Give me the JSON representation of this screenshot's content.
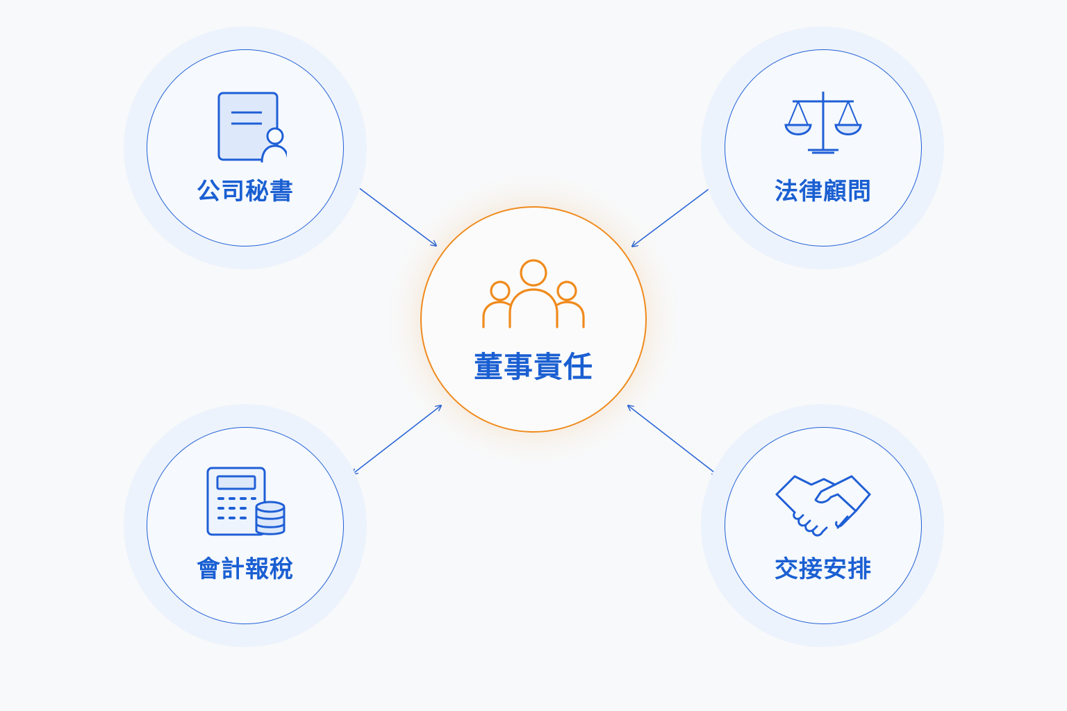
{
  "diagram": {
    "center": {
      "label": "董事責任",
      "icon": "people-group-icon",
      "color": "#f08a1c"
    },
    "nodes": [
      {
        "key": "secretary",
        "label": "公司秘書",
        "icon": "document-person-icon"
      },
      {
        "key": "legal",
        "label": "法律顧問",
        "icon": "scale-icon"
      },
      {
        "key": "accounting",
        "label": "會計報稅",
        "icon": "calculator-coins-icon"
      },
      {
        "key": "handover",
        "label": "交接安排",
        "icon": "handshake-icon"
      }
    ],
    "connector_style": "bidirectional-arrow",
    "colors": {
      "primary": "#1a5fd2",
      "accent": "#f08a1c",
      "halo": "#edf3fc",
      "background": "#f8f9fa"
    }
  }
}
